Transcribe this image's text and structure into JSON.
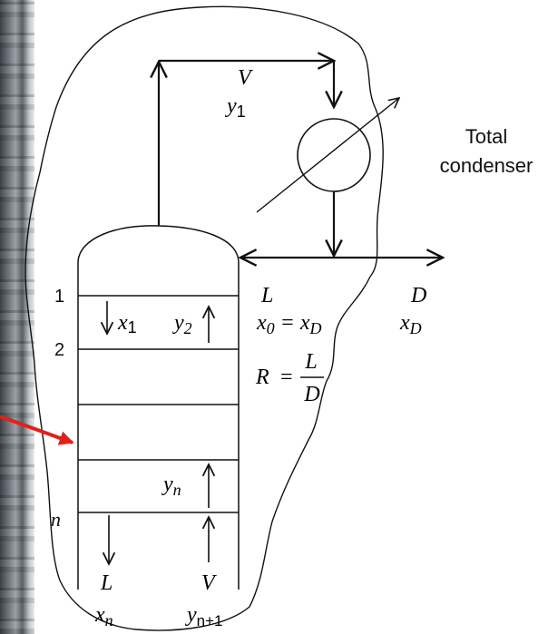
{
  "labels": {
    "vapor_top": "V",
    "y1": "y",
    "y1_sub": "1",
    "condenser_line1": "Total",
    "condenser_line2": "condenser",
    "stage_1": "1",
    "stage_2": "2",
    "stage_n": "n",
    "x1": "x",
    "x1_sub": "1",
    "y2": "y",
    "y2_sub": "2",
    "reflux_L": "L",
    "x0": "x",
    "x0_sub": "0",
    "eq_sign": "=",
    "xD_left": "x",
    "xD_left_sub": "D",
    "distillate_D": "D",
    "xD_right": "x",
    "xD_right_sub": "D",
    "R": "R",
    "R_eq": "=",
    "R_num": "L",
    "R_den": "D",
    "yn": "y",
    "yn_sub": "n",
    "bottom_L": "L",
    "xn": "x",
    "xn_sub": "n",
    "bottom_V": "V",
    "yn1": "y",
    "yn1_sub": "n+1"
  },
  "colors": {
    "line": "#111111",
    "pointer_arrow": "#e0201a"
  }
}
